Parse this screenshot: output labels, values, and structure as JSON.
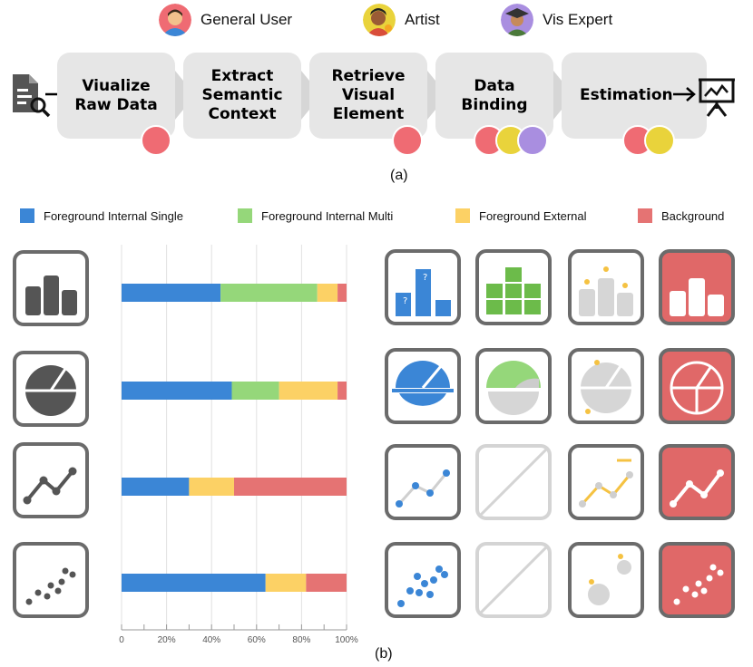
{
  "personas": [
    {
      "name": "General User",
      "color": "#ef6b73"
    },
    {
      "name": "Artist",
      "color": "#e9d33b"
    },
    {
      "name": "Vis Expert",
      "color": "#a98ee0"
    }
  ],
  "pipeline_steps": [
    {
      "label": "Viualize\nRaw Data"
    },
    {
      "label": "Extract\nSemantic\nContext"
    },
    {
      "label": "Retrieve\nVisual\nElement"
    },
    {
      "label": "Data\nBinding"
    },
    {
      "label": "Estimation"
    }
  ],
  "caption_a": "(a)",
  "caption_b": "(b)",
  "legend": [
    {
      "label": "Foreground Internal Single",
      "color": "#3b86d6"
    },
    {
      "label": "Foreground Internal Multi",
      "color": "#95d77a"
    },
    {
      "label": "Foreground External",
      "color": "#fcd165"
    },
    {
      "label": "Background",
      "color": "#e57373"
    }
  ],
  "chart_data": {
    "type": "bar",
    "orientation": "horizontal",
    "stacked": true,
    "categories": [
      "bar chart",
      "pie chart",
      "line chart",
      "scatter plot"
    ],
    "series": [
      {
        "name": "Foreground Internal Single",
        "color": "#3b86d6",
        "values": [
          44,
          49,
          30,
          64
        ]
      },
      {
        "name": "Foreground Internal Multi",
        "color": "#95d77a",
        "values": [
          43,
          21,
          0,
          0
        ]
      },
      {
        "name": "Foreground External",
        "color": "#fcd165",
        "values": [
          9,
          26,
          20,
          18
        ]
      },
      {
        "name": "Background",
        "color": "#e57373",
        "values": [
          4,
          4,
          50,
          18
        ]
      }
    ],
    "xlim": [
      0,
      100
    ],
    "xticks": [
      "0",
      "20%",
      "40%",
      "60%",
      "80%",
      "100%"
    ],
    "grid": true
  }
}
